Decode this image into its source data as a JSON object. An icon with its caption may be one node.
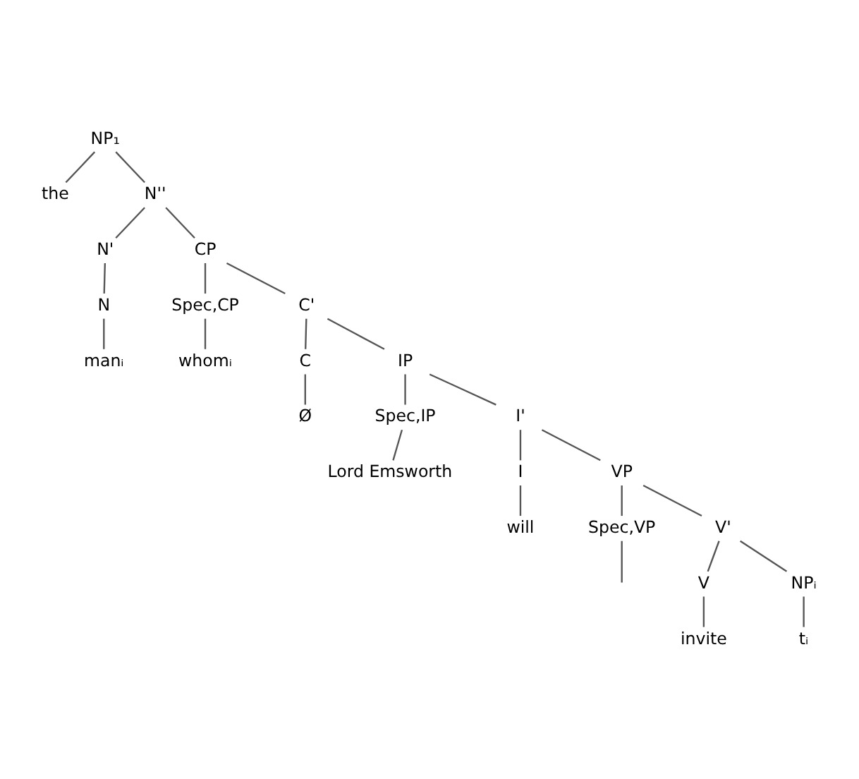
{
  "diagram": {
    "nodes": [
      {
        "text": [
          "NP₁"
        ]
      },
      {
        "text": [
          "the"
        ]
      },
      {
        "text": [
          "N''"
        ]
      },
      {
        "text": [
          "N'"
        ]
      },
      {
        "text": [
          "CP"
        ]
      },
      {
        "text": [
          "N"
        ]
      },
      {
        "text": [
          "Spec,CP"
        ]
      },
      {
        "text": [
          "C'"
        ]
      },
      {
        "text": [
          "manᵢ"
        ]
      },
      {
        "text": [
          "whomᵢ"
        ]
      },
      {
        "text": [
          "C"
        ]
      },
      {
        "text": [
          "IP"
        ]
      },
      {
        "text": [
          "Ø"
        ]
      },
      {
        "text": [
          "Spec,IP"
        ]
      },
      {
        "text": [
          "I'"
        ]
      },
      {
        "text": [
          "Lord Emsworth"
        ]
      },
      {
        "text": [
          "I"
        ]
      },
      {
        "text": [
          "VP"
        ]
      },
      {
        "text": [
          "will"
        ]
      },
      {
        "text": [
          "Spec,VP"
        ]
      },
      {
        "text": [
          "V'"
        ]
      },
      {
        "text": [
          "V"
        ]
      },
      {
        "text": [
          "NPᵢ"
        ]
      },
      {
        "text": [
          "invite"
        ]
      },
      {
        "text": [
          "tᵢ"
        ]
      }
    ],
    "edges": [
      {
        "from": 0,
        "to": 1,
        "arrow": "none"
      },
      {
        "from": 0,
        "to": 2,
        "arrow": "none"
      },
      {
        "from": 2,
        "to": 3,
        "arrow": "none"
      },
      {
        "from": 2,
        "to": 4,
        "arrow": "none"
      },
      {
        "from": 3,
        "to": 5,
        "arrow": "none"
      },
      {
        "from": 4,
        "to": 6,
        "arrow": "none"
      },
      {
        "from": 4,
        "to": 7,
        "arrow": "none"
      },
      {
        "from": 5,
        "to": 8,
        "arrow": "none"
      },
      {
        "from": 6,
        "to": 9,
        "arrow": "none"
      },
      {
        "from": 7,
        "to": 10,
        "arrow": "none"
      },
      {
        "from": 7,
        "to": 11,
        "arrow": "none"
      },
      {
        "from": 10,
        "to": 12,
        "arrow": "none"
      },
      {
        "from": 11,
        "to": 13,
        "arrow": "none"
      },
      {
        "from": 11,
        "to": 14,
        "arrow": "none"
      },
      {
        "from": 13,
        "to": 15,
        "arrow": "none"
      },
      {
        "from": 14,
        "to": 16,
        "arrow": "none"
      },
      {
        "from": 14,
        "to": 17,
        "arrow": "none"
      },
      {
        "from": 16,
        "to": 18,
        "arrow": "none"
      },
      {
        "from": 17,
        "to": 19,
        "arrow": "none"
      },
      {
        "from": 17,
        "to": 20,
        "arrow": "none"
      },
      {
        "from": 19,
        "to": null,
        "arrow": "none"
      },
      {
        "from": 20,
        "to": 21,
        "arrow": "none"
      },
      {
        "from": 20,
        "to": 22,
        "arrow": "none"
      },
      {
        "from": 21,
        "to": 23,
        "arrow": "none"
      },
      {
        "from": 22,
        "to": 24,
        "arrow": "none"
      }
    ]
  }
}
